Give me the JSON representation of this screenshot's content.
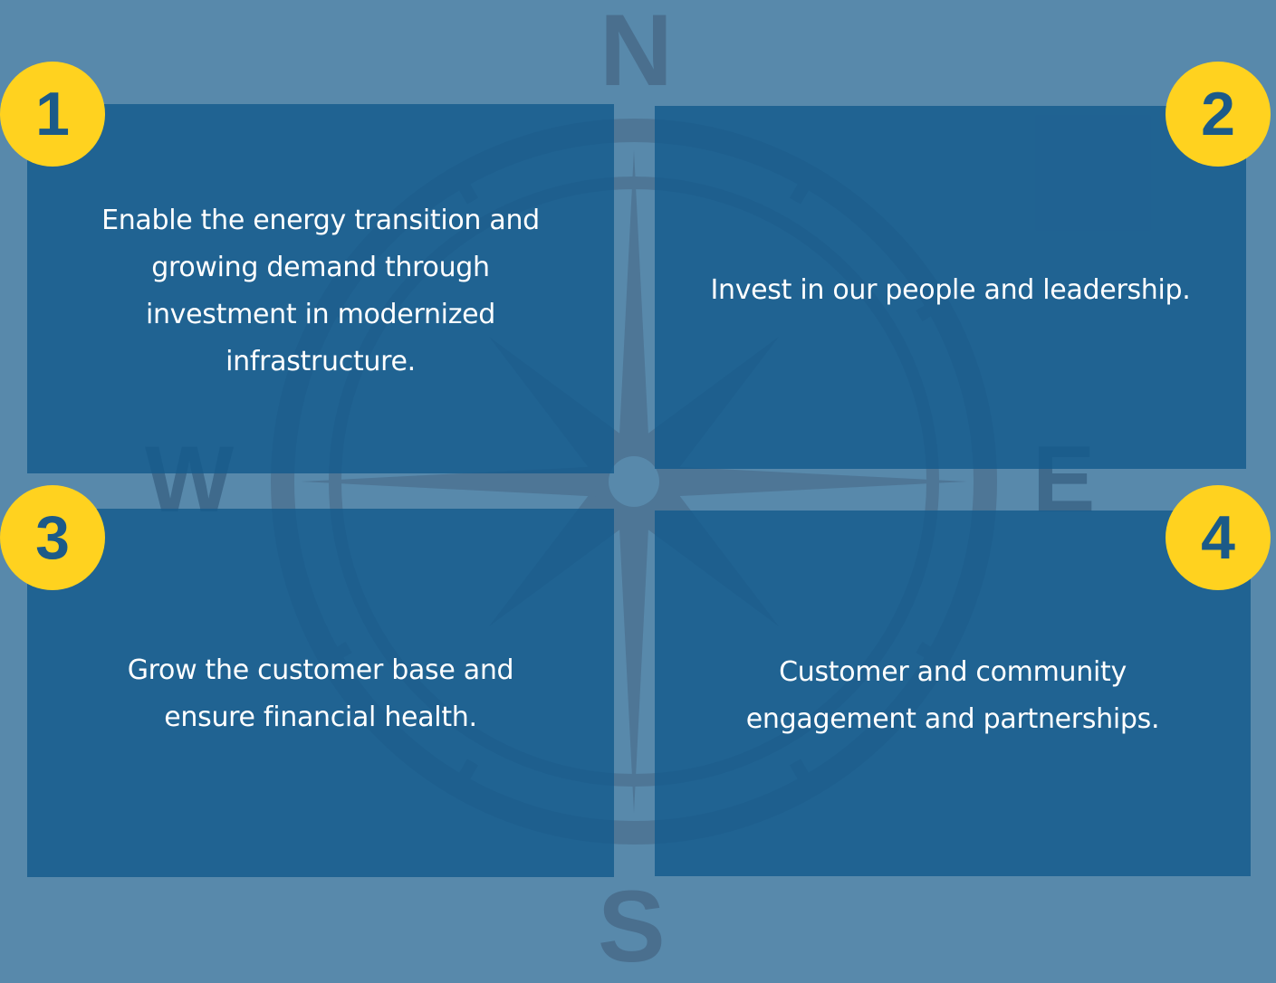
{
  "compass": {
    "north": "N",
    "south": "S",
    "west": "W",
    "east": "E"
  },
  "quadrants": [
    {
      "number": "1",
      "text": "Enable the energy transition and growing demand through investment in modernized infrastructure."
    },
    {
      "number": "2",
      "text": "Invest in our people and leadership."
    },
    {
      "number": "3",
      "text": "Grow the customer base and ensure financial health."
    },
    {
      "number": "4",
      "text": "Customer and community engagement and partnerships."
    }
  ],
  "colors": {
    "background": "#5889ab",
    "panel": "#1a5c8b",
    "badge": "#ffd21f",
    "badge_text": "#1c5a88",
    "compass": "#4a6f8e"
  }
}
